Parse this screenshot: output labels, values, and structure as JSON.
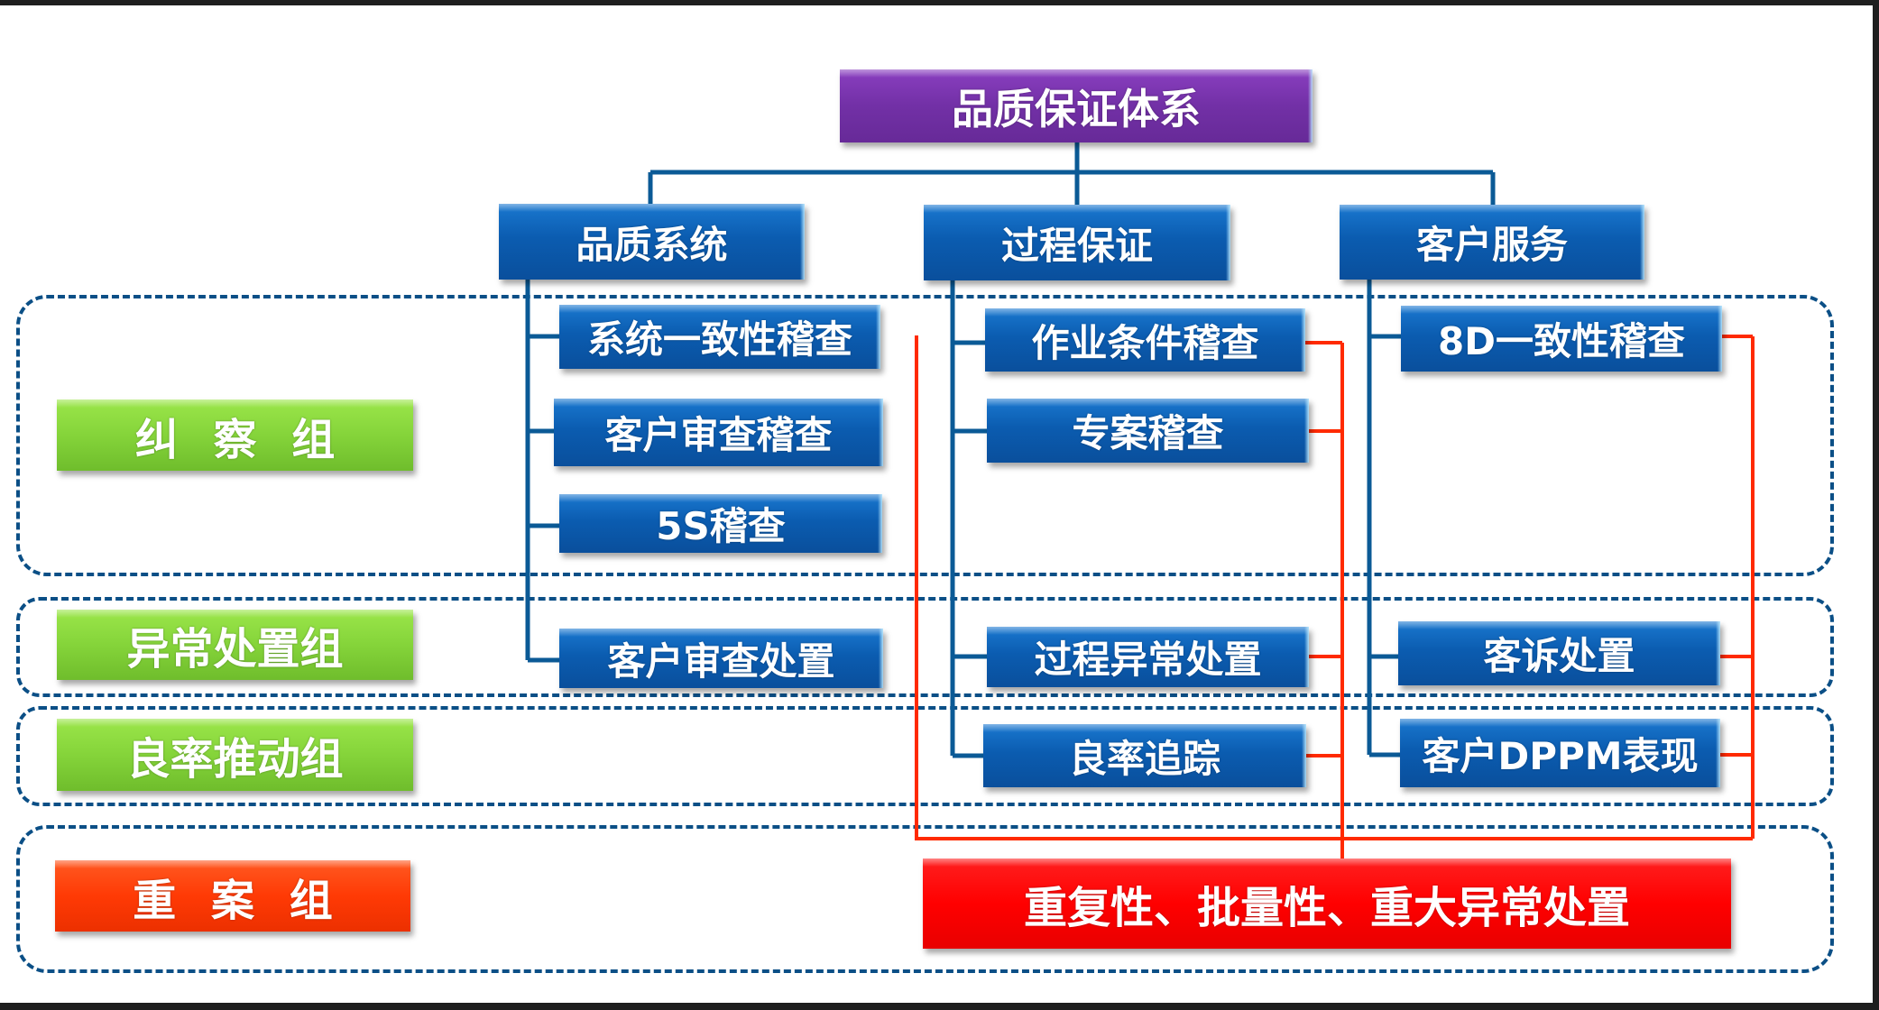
{
  "root": {
    "label": "品质保证体系",
    "color": "#7230a6"
  },
  "pillars": [
    {
      "label": "品质系统"
    },
    {
      "label": "过程保证"
    },
    {
      "label": "客户服务"
    }
  ],
  "groups": [
    {
      "label": "纠 察 组",
      "color": "#85d43a"
    },
    {
      "label": "异常处置组",
      "color": "#85d43a"
    },
    {
      "label": "良率推动组",
      "color": "#85d43a"
    },
    {
      "label": "重 案 组",
      "color": "#ff3a05"
    }
  ],
  "quality_system_items": [
    {
      "label": "系统一致性稽查"
    },
    {
      "label": "客户审查稽查"
    },
    {
      "label": "5S稽查"
    },
    {
      "label": "客户审查处置"
    }
  ],
  "process_assurance_items": [
    {
      "label": "作业条件稽查"
    },
    {
      "label": "专案稽查"
    },
    {
      "label": "过程异常处置"
    },
    {
      "label": "良率追踪"
    }
  ],
  "customer_service_items": [
    {
      "label": "8D一致性稽查"
    },
    {
      "label": "客诉处置"
    },
    {
      "label": "客户DPPM表现"
    }
  ],
  "major_case": {
    "label": "重复性、批量性、重大异常处置",
    "color": "#ff0000"
  },
  "colors": {
    "connector_blue": "#0b5a96",
    "connector_red": "#ff2a00",
    "group_border": "#0b4f86"
  }
}
